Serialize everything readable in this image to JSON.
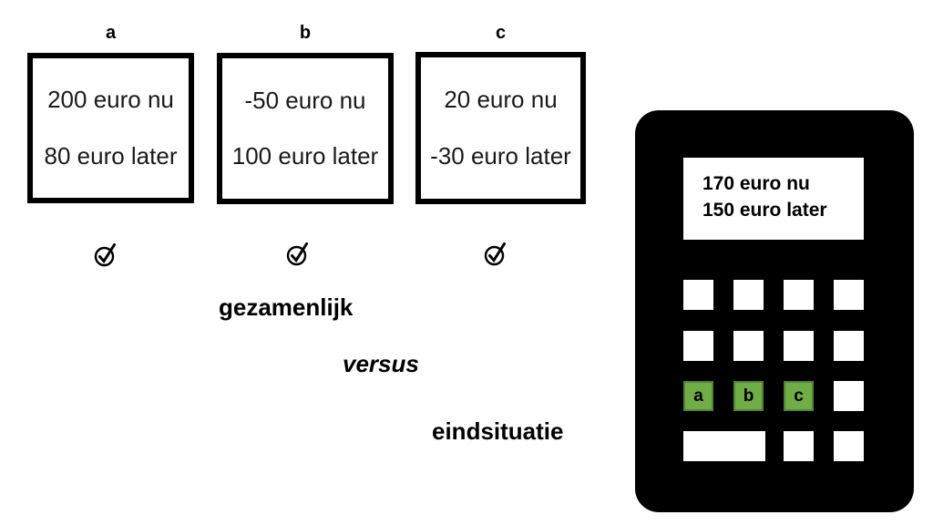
{
  "options": [
    {
      "label": "a",
      "now": "200 euro nu",
      "later": "80 euro later"
    },
    {
      "label": "b",
      "now": "-50 euro nu",
      "later": "100 euro later"
    },
    {
      "label": "c",
      "now": "20 euro nu",
      "later": "-30 euro later"
    }
  ],
  "captions": {
    "joint": "gezamenlijk",
    "versus": "versus",
    "end": "eindsituatie"
  },
  "calculator": {
    "display": {
      "line1": "170 euro nu",
      "line2": "150 euro later"
    },
    "green_keys": [
      "a",
      "b",
      "c"
    ]
  },
  "colors": {
    "calculator_body": "#000000",
    "key_green": "#70ad47",
    "key_green_border": "#538135",
    "text": "#000000",
    "background": "#ffffff"
  }
}
